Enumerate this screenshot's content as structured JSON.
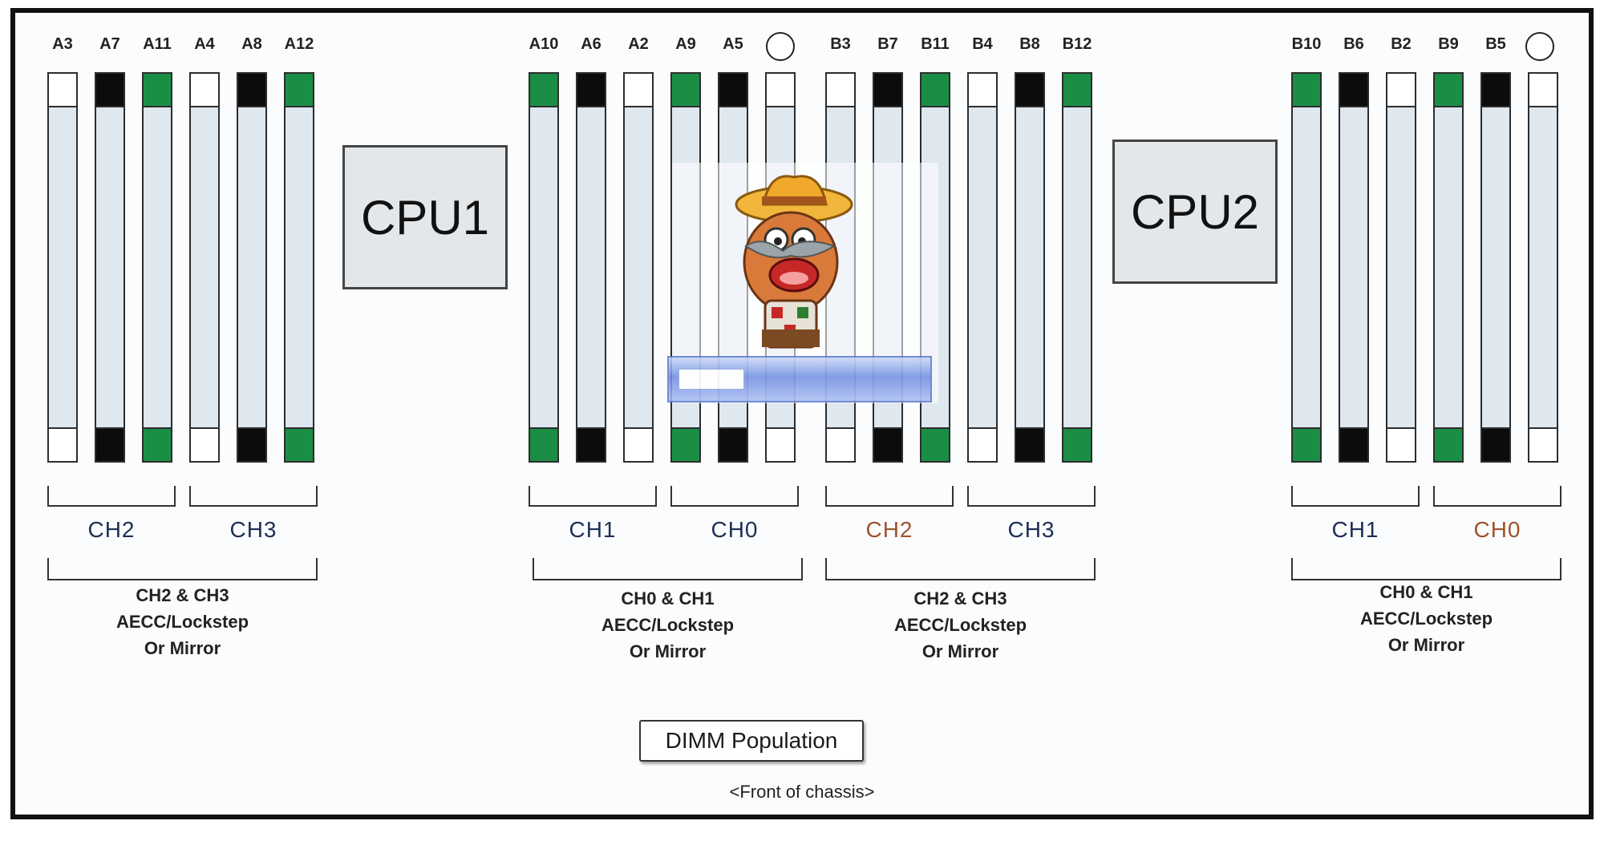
{
  "cpus": {
    "cpu1": "CPU1",
    "cpu2": "CPU2"
  },
  "slots": {
    "cpu1_left": [
      {
        "label": "A3",
        "color": "white"
      },
      {
        "label": "A7",
        "color": "black"
      },
      {
        "label": "A11",
        "color": "green"
      },
      {
        "label": "A4",
        "color": "white"
      },
      {
        "label": "A8",
        "color": "black"
      },
      {
        "label": "A12",
        "color": "green"
      }
    ],
    "cpu1_right": [
      {
        "label": "A10",
        "color": "green"
      },
      {
        "label": "A6",
        "color": "black"
      },
      {
        "label": "A2",
        "color": "white"
      },
      {
        "label": "A9",
        "color": "green"
      },
      {
        "label": "A5",
        "color": "black"
      },
      {
        "label": "",
        "color": "white"
      }
    ],
    "cpu2_left": [
      {
        "label": "B3",
        "color": "white"
      },
      {
        "label": "B7",
        "color": "black"
      },
      {
        "label": "B11",
        "color": "green"
      },
      {
        "label": "B4",
        "color": "white"
      },
      {
        "label": "B8",
        "color": "black"
      },
      {
        "label": "B12",
        "color": "green"
      }
    ],
    "cpu2_right": [
      {
        "label": "B10",
        "color": "green"
      },
      {
        "label": "B6",
        "color": "black"
      },
      {
        "label": "B2",
        "color": "white"
      },
      {
        "label": "B9",
        "color": "green"
      },
      {
        "label": "B5",
        "color": "black"
      },
      {
        "label": "",
        "color": "white"
      }
    ]
  },
  "channels": {
    "g1_a": {
      "label": "CH2",
      "color": "#1d2f55"
    },
    "g1_b": {
      "label": "CH3",
      "color": "#1d2f55"
    },
    "g2_a": {
      "label": "CH1",
      "color": "#1d2f55"
    },
    "g2_b": {
      "label": "CH0",
      "color": "#1d2f55"
    },
    "g3_a": {
      "label": "CH2",
      "color": "#a0522d"
    },
    "g3_b": {
      "label": "CH3",
      "color": "#1d2f55"
    },
    "g4_a": {
      "label": "CH1",
      "color": "#1d2f55"
    },
    "g4_b": {
      "label": "CH0",
      "color": "#a0522d"
    }
  },
  "groups": {
    "g1": {
      "line1": "CH2 & CH3",
      "line2": "AECC/Lockstep",
      "line3": "Or Mirror"
    },
    "g2": {
      "line1": "CH0 & CH1",
      "line2": "AECC/Lockstep",
      "line3": "Or Mirror"
    },
    "g3": {
      "line1": "CH2 & CH3",
      "line2": "AECC/Lockstep",
      "line3": "Or Mirror"
    },
    "g4": {
      "line1": "CH0 & CH1",
      "line2": "AECC/Lockstep",
      "line3": "Or Mirror"
    }
  },
  "legend": "DIMM Population",
  "footer": "<Front of chassis>",
  "colors": {
    "green": "#1b8e45",
    "black": "#0c0c0c",
    "white": "#ffffff"
  }
}
